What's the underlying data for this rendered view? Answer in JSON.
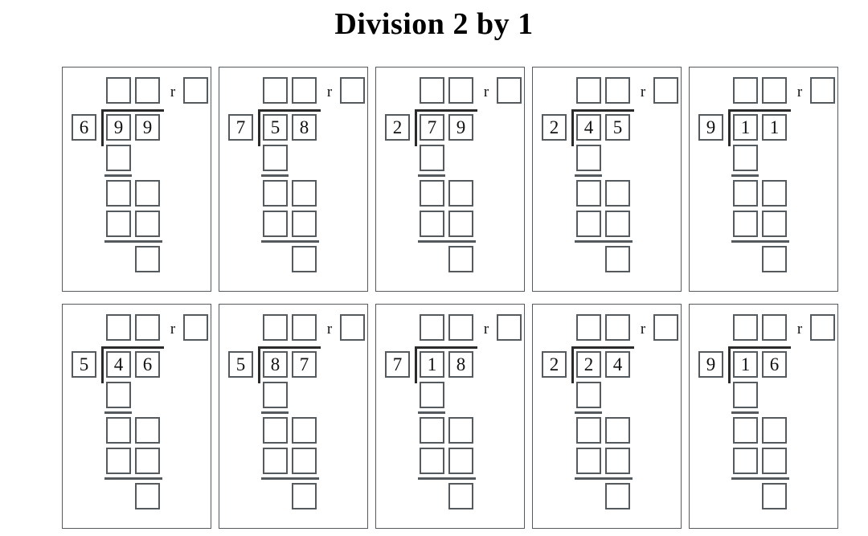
{
  "worksheet": {
    "title": "Division 2 by 1",
    "remainder_label": "r",
    "columns": 5,
    "rows": 2,
    "problem_count": 10
  },
  "problems": [
    {
      "index": 1,
      "divisor": "6",
      "dividend_tens": "9",
      "dividend_ones": "9",
      "dividend": "99",
      "remainder_label": "r"
    },
    {
      "index": 2,
      "divisor": "7",
      "dividend_tens": "5",
      "dividend_ones": "8",
      "dividend": "58",
      "remainder_label": "r"
    },
    {
      "index": 3,
      "divisor": "2",
      "dividend_tens": "7",
      "dividend_ones": "9",
      "dividend": "79",
      "remainder_label": "r"
    },
    {
      "index": 4,
      "divisor": "2",
      "dividend_tens": "4",
      "dividend_ones": "5",
      "dividend": "45",
      "remainder_label": "r"
    },
    {
      "index": 5,
      "divisor": "9",
      "dividend_tens": "1",
      "dividend_ones": "1",
      "dividend": "11",
      "remainder_label": "r"
    },
    {
      "index": 6,
      "divisor": "5",
      "dividend_tens": "4",
      "dividend_ones": "6",
      "dividend": "46",
      "remainder_label": "r"
    },
    {
      "index": 7,
      "divisor": "5",
      "dividend_tens": "8",
      "dividend_ones": "7",
      "dividend": "87",
      "remainder_label": "r"
    },
    {
      "index": 8,
      "divisor": "7",
      "dividend_tens": "1",
      "dividend_ones": "8",
      "dividend": "18",
      "remainder_label": "r"
    },
    {
      "index": 9,
      "divisor": "2",
      "dividend_tens": "2",
      "dividend_ones": "4",
      "dividend": "24",
      "remainder_label": "r"
    },
    {
      "index": 10,
      "divisor": "9",
      "dividend_tens": "1",
      "dividend_ones": "6",
      "dividend": "16",
      "remainder_label": "r"
    }
  ],
  "blank_answer_boxes": {
    "quotient_tens": "",
    "quotient_ones": "",
    "remainder": "",
    "work_row1": "",
    "work_row2_left": "",
    "work_row2_right": "",
    "work_row3_left": "",
    "work_row3_right": "",
    "work_final": ""
  },
  "colors": {
    "page_background": "#ffffff",
    "text": "#000000",
    "box_border": "#555a5f",
    "cell_border": "#555a5f",
    "bracket": "#2b2b2b"
  }
}
